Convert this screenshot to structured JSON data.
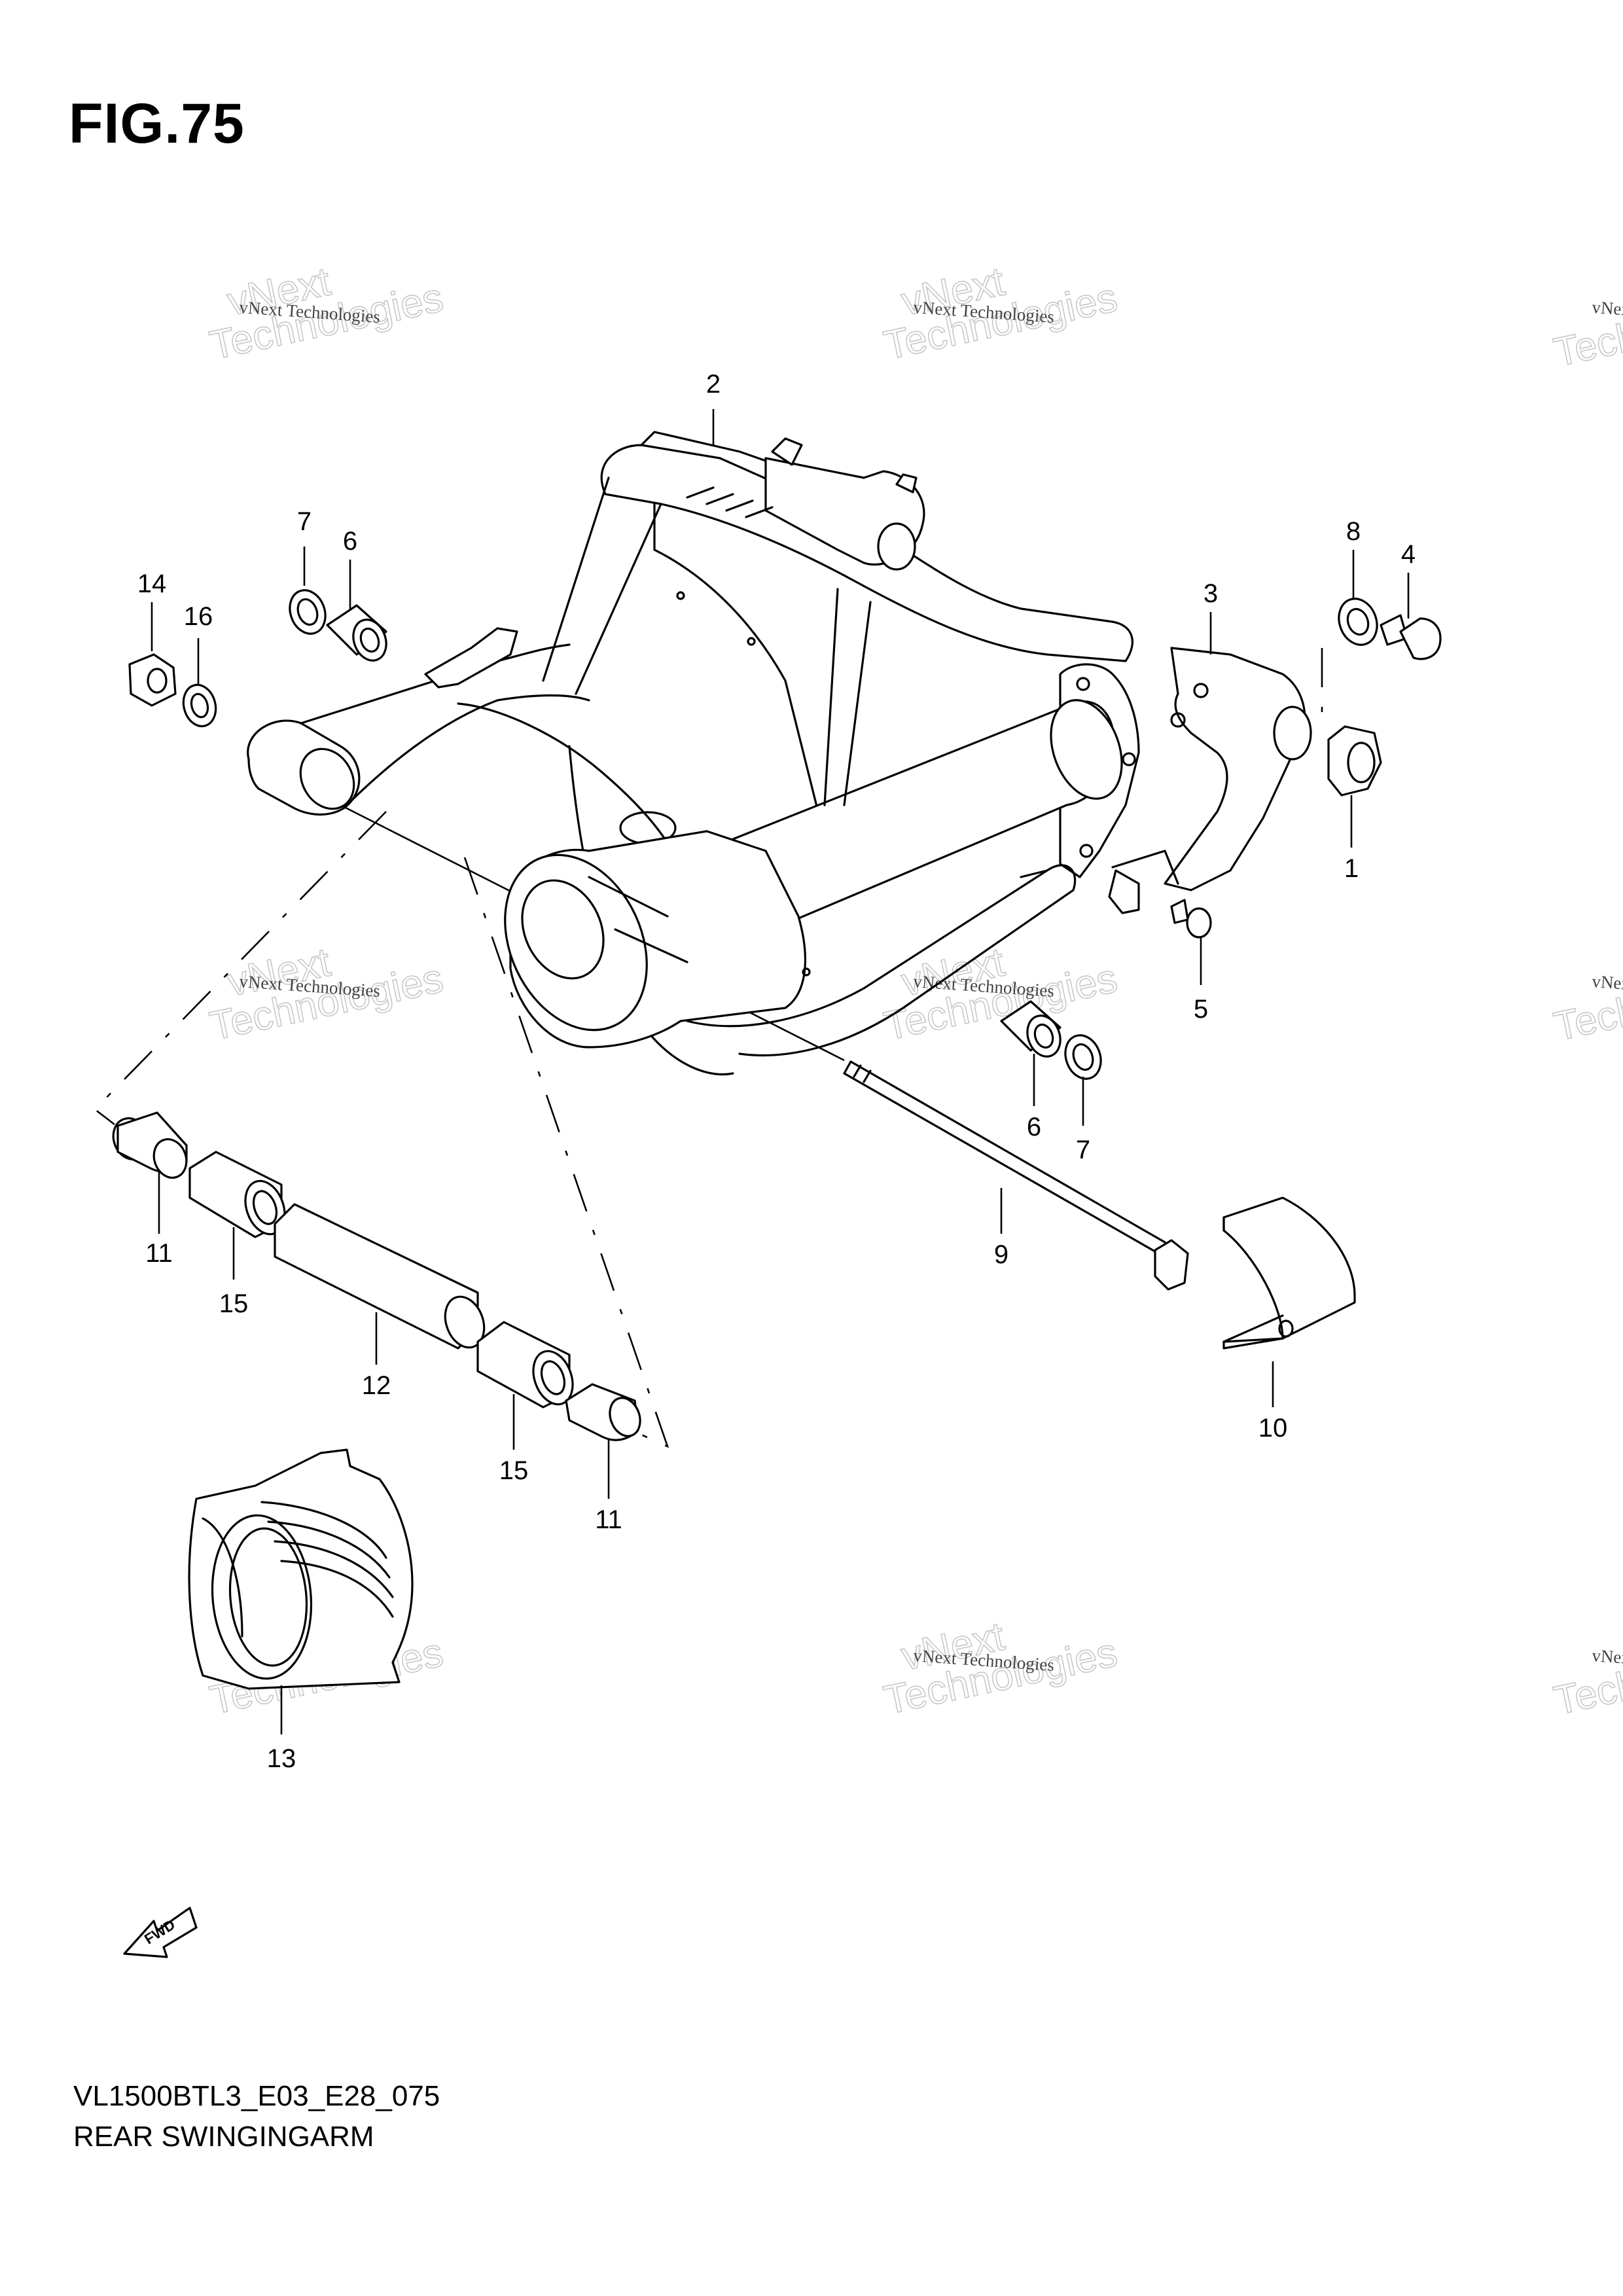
{
  "figure": {
    "title": "FIG.75",
    "model_code": "VL1500BTL3_E03_E28_075",
    "caption": "REAR SWINGINGARM"
  },
  "watermark": {
    "line_small": "vNext Technologies",
    "line_top": "vNext",
    "line_big": "Technologies"
  },
  "fwd_label": "FWD",
  "callouts": [
    "2",
    "7",
    "6",
    "14",
    "16",
    "8",
    "4",
    "3",
    "1",
    "5",
    "6",
    "7",
    "9",
    "10",
    "11",
    "15",
    "12",
    "15",
    "11",
    "13"
  ]
}
